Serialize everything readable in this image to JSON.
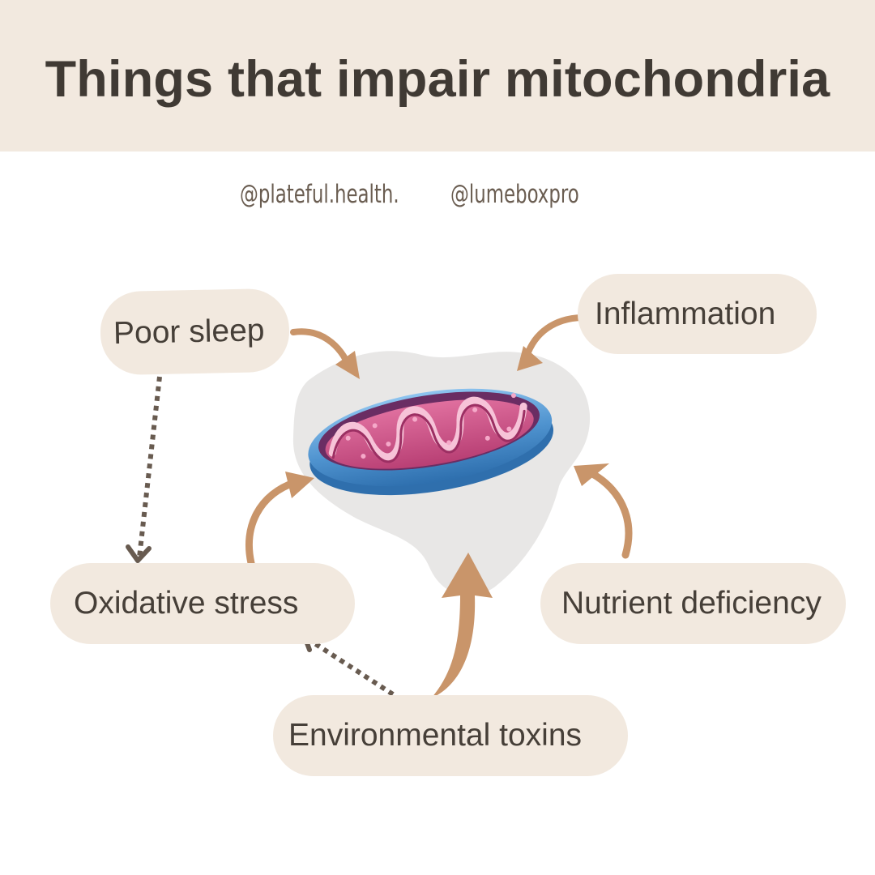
{
  "title": "Things that impair mitochondria",
  "handles": [
    "@plateful.health.",
    "@lumeboxpro"
  ],
  "factors": {
    "poor_sleep": "Poor sleep",
    "inflammation": "Inflammation",
    "oxidative_stress": "Oxidative stress",
    "nutrient_deficiency": "Nutrient deficiency",
    "environmental_toxins": "Environmental toxins"
  },
  "center_icon": "mitochondrion-icon",
  "colors": {
    "header_bg": "#f2e9df",
    "pill_bg": "#f2e9df",
    "text": "#463f38",
    "handle_text": "#6a5d51",
    "solid_arrow": "#c9956a",
    "dotted_arrow": "#685b50",
    "blob": "#e8e7e6",
    "mito_membrane": "#4f93cf",
    "mito_inner": "#cf4f86"
  }
}
